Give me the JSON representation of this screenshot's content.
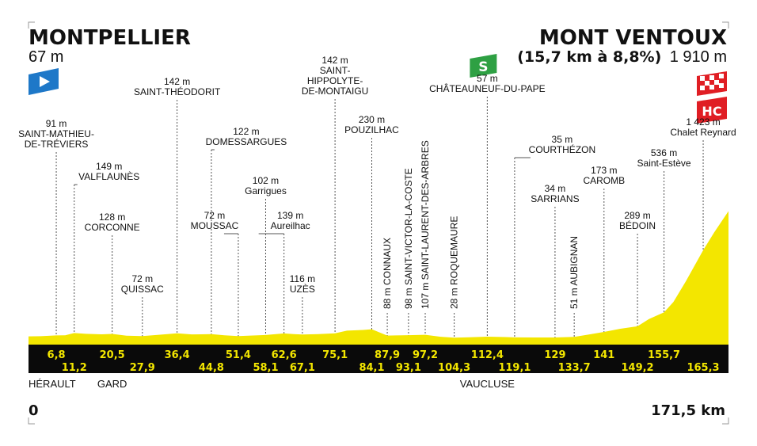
{
  "start": {
    "name": "MONTPELLIER",
    "altitude": "67 m"
  },
  "finish": {
    "name": "MONT VENTOUX",
    "climb": "(15,7 km à 8,8%)",
    "altitude": "1 910 m",
    "category": "HC"
  },
  "sprint_label": "S",
  "total_distance": {
    "start": "0",
    "end": "171,5 km"
  },
  "regions": [
    {
      "name": "HÉRAULT",
      "km": 0
    },
    {
      "name": "GARD",
      "km": 20.5
    },
    {
      "name": "VAUCLUSE",
      "km": 112.4
    }
  ],
  "colors": {
    "profile": "#f3e600",
    "bar": "#0a0a0a",
    "bar_text": "#f3e600",
    "start_flag": "#1e78c8",
    "sprint": "#2ea043",
    "hc": "#e01e24"
  },
  "chart_data": {
    "type": "area",
    "x_unit": "km",
    "y_unit": "m",
    "xlim": [
      0,
      171.5
    ],
    "ylim": [
      0,
      2000
    ],
    "profile": [
      [
        0,
        67
      ],
      [
        3,
        70
      ],
      [
        6.8,
        91
      ],
      [
        9,
        95
      ],
      [
        11.2,
        149
      ],
      [
        14,
        130
      ],
      [
        18,
        120
      ],
      [
        20.5,
        128
      ],
      [
        24,
        85
      ],
      [
        27.9,
        72
      ],
      [
        31,
        100
      ],
      [
        34,
        125
      ],
      [
        36.4,
        142
      ],
      [
        40,
        118
      ],
      [
        44.8,
        122
      ],
      [
        48,
        95
      ],
      [
        51.4,
        72
      ],
      [
        55,
        90
      ],
      [
        58.1,
        102
      ],
      [
        62.6,
        139
      ],
      [
        65,
        122
      ],
      [
        67.1,
        116
      ],
      [
        71,
        125
      ],
      [
        75.1,
        142
      ],
      [
        78,
        200
      ],
      [
        82,
        215
      ],
      [
        84.1,
        230
      ],
      [
        87.9,
        88
      ],
      [
        90,
        92
      ],
      [
        93.1,
        98
      ],
      [
        97.2,
        107
      ],
      [
        101,
        55
      ],
      [
        104.3,
        28
      ],
      [
        108,
        40
      ],
      [
        112.4,
        57
      ],
      [
        116,
        48
      ],
      [
        119.1,
        35
      ],
      [
        124,
        34
      ],
      [
        129,
        34
      ],
      [
        133.7,
        51
      ],
      [
        137,
        110
      ],
      [
        141,
        173
      ],
      [
        145,
        240
      ],
      [
        149.2,
        289
      ],
      [
        152,
        420
      ],
      [
        155.7,
        536
      ],
      [
        158,
        700
      ],
      [
        161,
        1000
      ],
      [
        165.3,
        1423
      ],
      [
        168,
        1650
      ],
      [
        171.5,
        1910
      ]
    ],
    "points": [
      {
        "km": 6.8,
        "alt": "91 m",
        "name": "SAINT-MATHIEU-DE-TRÉVIERS"
      },
      {
        "km": 11.2,
        "alt": "149 m",
        "name": "VALFLAUNÈS"
      },
      {
        "km": 20.5,
        "alt": "128 m",
        "name": "CORCONNE"
      },
      {
        "km": 27.9,
        "alt": "72 m",
        "name": "QUISSAC"
      },
      {
        "km": 36.4,
        "alt": "142 m",
        "name": "SAINT-THÉODORIT"
      },
      {
        "km": 44.8,
        "alt": "122 m",
        "name": "DOMESSARGUES"
      },
      {
        "km": 51.4,
        "alt": "72 m",
        "name": "MOUSSAC"
      },
      {
        "km": 58.1,
        "alt": "102 m",
        "name": "Garrigues"
      },
      {
        "km": 62.6,
        "alt": "139 m",
        "name": "Aureilhac"
      },
      {
        "km": 67.1,
        "alt": "116 m",
        "name": "UZÈS"
      },
      {
        "km": 75.1,
        "alt": "142 m",
        "name": "SAINT-HIPPOLYTE-DE-MONTAIGU"
      },
      {
        "km": 84.1,
        "alt": "230 m",
        "name": "POUZILHAC"
      },
      {
        "km": 87.9,
        "alt": "88 m",
        "name": "CONNAUX"
      },
      {
        "km": 93.1,
        "alt": "98 m",
        "name": "SAINT-VICTOR-LA-COSTE"
      },
      {
        "km": 97.2,
        "alt": "107 m",
        "name": "SAINT-LAURENT-DES-ARBRES"
      },
      {
        "km": 104.3,
        "alt": "28 m",
        "name": "ROQUEMAURE"
      },
      {
        "km": 112.4,
        "alt": "57 m",
        "name": "CHÂTEAUNEUF-DU-PAPE"
      },
      {
        "km": 119.1,
        "alt": "35 m",
        "name": "COURTHÉZON"
      },
      {
        "km": 129,
        "alt": "34 m",
        "name": "SARRIANS"
      },
      {
        "km": 133.7,
        "alt": "51 m",
        "name": "AUBIGNAN"
      },
      {
        "km": 141,
        "alt": "173 m",
        "name": "CAROMB"
      },
      {
        "km": 149.2,
        "alt": "289 m",
        "name": "BÉDOIN"
      },
      {
        "km": 155.7,
        "alt": "536 m",
        "name": "Saint-Estève"
      },
      {
        "km": 165.3,
        "alt": "1 423 m",
        "name": "Chalet Reynard"
      }
    ],
    "km_marks": [
      "6,8",
      "11,2",
      "20,5",
      "27,9",
      "36,4",
      "44,8",
      "51,4",
      "58,1",
      "62,6",
      "67,1",
      "75,1",
      "84,1",
      "87,9",
      "93,1",
      "97,2",
      "104,3",
      "112,4",
      "119,1",
      "129",
      "133,7",
      "141",
      "149,2",
      "155,7",
      "165,3"
    ]
  }
}
